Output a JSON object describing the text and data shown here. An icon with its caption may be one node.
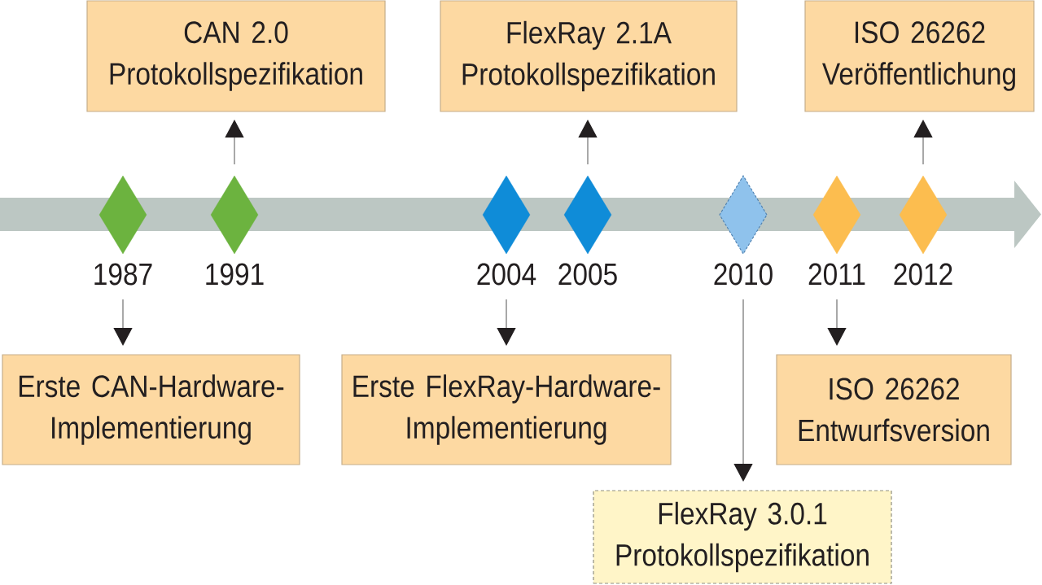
{
  "diagram": {
    "nodes": [
      {
        "text": [
          "CAN 2.0 Protokollspezifikation"
        ]
      },
      {
        "text": [
          "FlexRay 2.1A Protokollspezifikation"
        ]
      },
      {
        "text": [
          "ISO 26262 Veröffentlichung"
        ]
      },
      {
        "text": [],
        "shape": "diamond",
        "beside": [
          "1987"
        ]
      },
      {
        "text": [],
        "shape": "diamond",
        "beside": [
          "1991"
        ]
      },
      {
        "text": [],
        "shape": "diamond",
        "beside": [
          "2004"
        ]
      },
      {
        "text": [],
        "shape": "diamond",
        "beside": [
          "2005"
        ]
      },
      {
        "text": [],
        "shape": "diamond",
        "beside": [
          "2010"
        ]
      },
      {
        "text": [],
        "shape": "diamond",
        "beside": [
          "2011"
        ]
      },
      {
        "text": [],
        "shape": "diamond",
        "beside": [
          "2012"
        ]
      },
      {
        "text": [
          "Erste CAN-Hardware-Implementierung"
        ]
      },
      {
        "text": [
          "Erste FlexRay-Hardware-Implementierung"
        ]
      },
      {
        "text": [
          "ISO 26262 Entwurfsversion"
        ]
      },
      {
        "text": [
          "FlexRay 3.0.1 Protokollspezifikation"
        ]
      }
    ],
    "edges": [
      {
        "from": 4,
        "to": 0,
        "arrow": "to"
      },
      {
        "from": 6,
        "to": 1,
        "arrow": "to"
      },
      {
        "from": 9,
        "to": 2,
        "arrow": "to"
      },
      {
        "from": 3,
        "to": 10,
        "arrow": "to"
      },
      {
        "from": 5,
        "to": 11,
        "arrow": "to"
      },
      {
        "from": 8,
        "to": 12,
        "arrow": "to"
      },
      {
        "from": 7,
        "to": 13,
        "arrow": "to"
      }
    ]
  }
}
